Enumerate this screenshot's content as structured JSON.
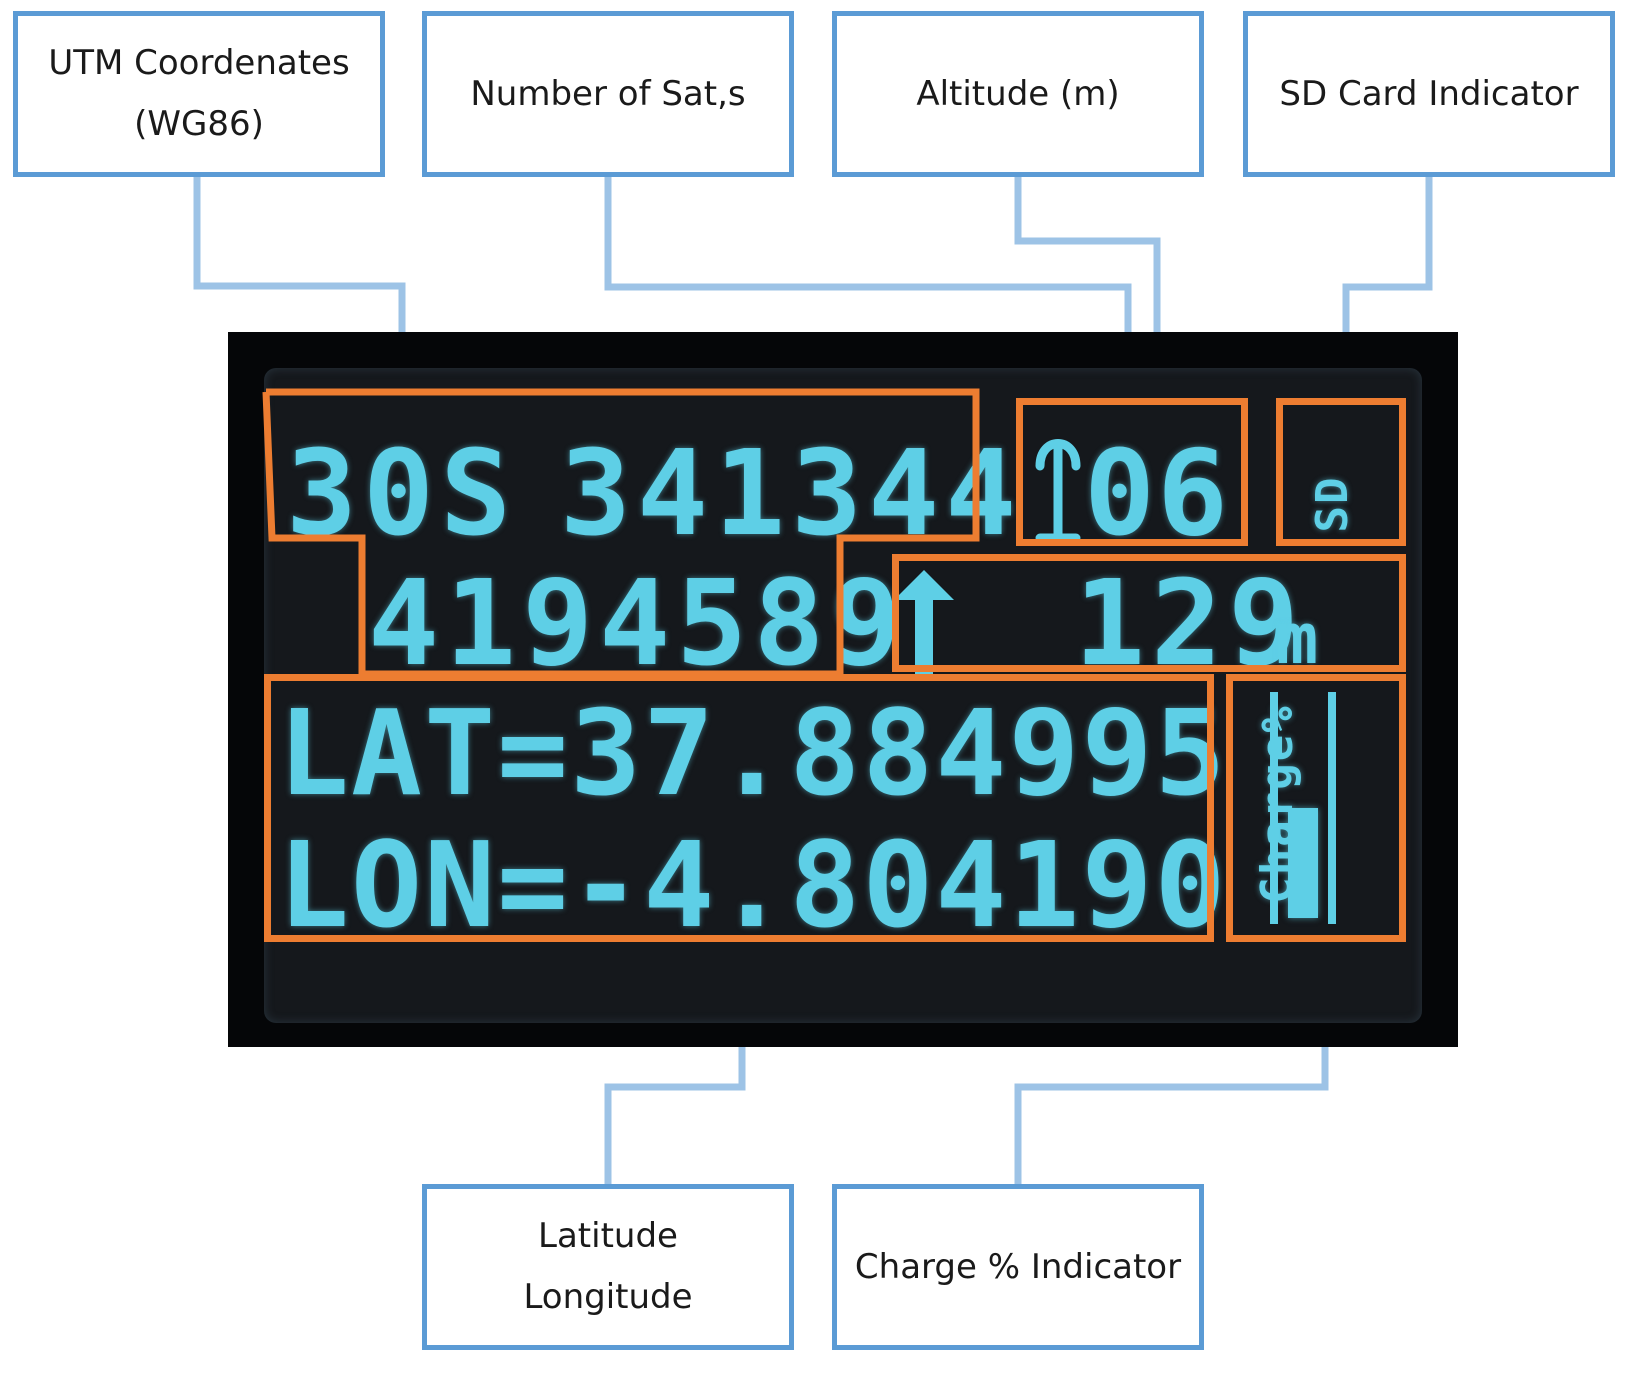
{
  "callouts": {
    "utm": {
      "line1": "UTM Coordenates",
      "line2": "(WG86)"
    },
    "sats": {
      "line1": "Number of Sat,s"
    },
    "altitude": {
      "line1": "Altitude (m)"
    },
    "sd": {
      "line1": "SD Card Indicator"
    },
    "latlon": {
      "line1": "Latitude",
      "line2": "Longitude"
    },
    "charge": {
      "line1": "Charge % Indicator"
    }
  },
  "display": {
    "utm_zone": "30S",
    "utm_easting": "341344",
    "utm_northing": "4194589",
    "sats_value": "06",
    "sd_label": "SD",
    "altitude_value": "129",
    "altitude_unit": "m",
    "lat_line": "LAT=37.884995",
    "lon_line": "LON=-4.804190",
    "charge_label": "Charge%",
    "charge_level": 0.5
  },
  "colors": {
    "callout_border": "#5b9bd5",
    "connector": "#9dc3e6",
    "highlight": "#ed7d31",
    "oled_text": "#5ecfe6"
  }
}
